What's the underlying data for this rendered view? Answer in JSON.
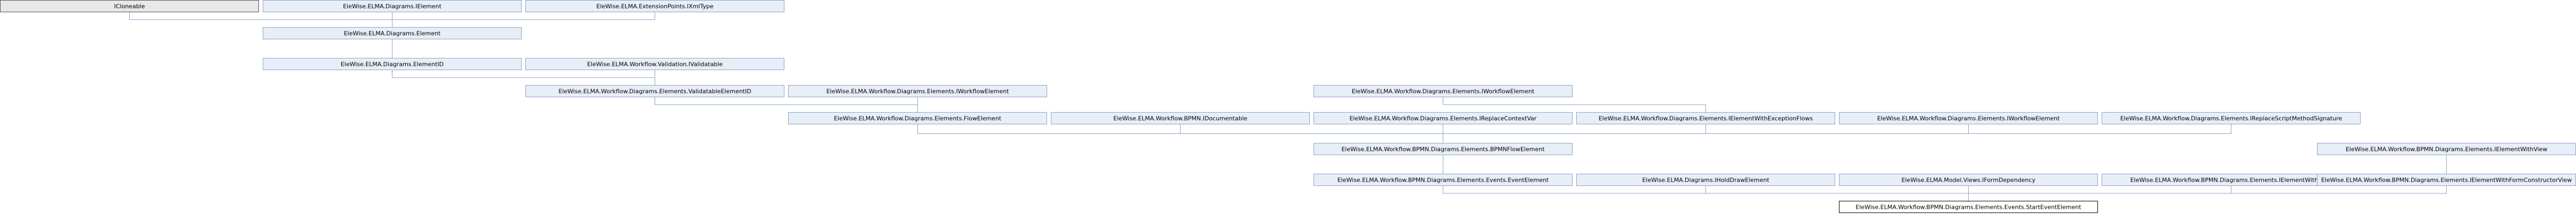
{
  "colors": {
    "node_fill": "#e8eef7",
    "node_stroke": "#8ea2c7",
    "plain_fill": "#e8e8e8",
    "plain_stroke": "#555555",
    "focus_fill": "#ffffff",
    "focus_stroke": "#000000",
    "edge": "#8ea2c7"
  },
  "nodes": [
    {
      "id": "iclonable",
      "label": "ICloneable",
      "style": "plain"
    },
    {
      "id": "ielement",
      "label": "EleWise.ELMA.Diagrams.IElement",
      "style": "normal"
    },
    {
      "id": "iextpoint",
      "label": "EleWise.ELMA.ExtensionPoints.IXmlType",
      "style": "normal"
    },
    {
      "id": "element",
      "label": "EleWise.ELMA.Diagrams.Element",
      "style": "normal"
    },
    {
      "id": "elementid",
      "label": "EleWise.ELMA.Diagrams.ElementID",
      "style": "normal"
    },
    {
      "id": "ivalidatable",
      "label": "EleWise.ELMA.Workflow.Validation.IValidatable",
      "style": "normal"
    },
    {
      "id": "validatableelementid",
      "label": "EleWise.ELMA.Workflow.Diagrams.Elements.ValidatableElementID",
      "style": "normal"
    },
    {
      "id": "iworkflowelement1",
      "label": "EleWise.ELMA.Workflow.Diagrams.Elements.IWorkflowElement",
      "style": "normal"
    },
    {
      "id": "iworkflowelement2",
      "label": "EleWise.ELMA.Workflow.Diagrams.Elements.IWorkflowElement",
      "style": "normal"
    },
    {
      "id": "flowelement",
      "label": "EleWise.ELMA.Workflow.Diagrams.Elements.FlowElement",
      "style": "normal"
    },
    {
      "id": "idocumentable",
      "label": "EleWise.ELMA.Workflow.BPMN.IDocumentable",
      "style": "normal"
    },
    {
      "id": "ireplacecontextvar",
      "label": "EleWise.ELMA.Workflow.Diagrams.Elements.IReplaceContextVar",
      "style": "normal"
    },
    {
      "id": "ielementwithexceptionflows",
      "label": "EleWise.ELMA.Workflow.Diagrams.Elements.IElementWithExceptionFlows",
      "style": "normal"
    },
    {
      "id": "iworkflowelement3",
      "label": "EleWise.ELMA.Workflow.Diagrams.Elements.IWorkflowElement",
      "style": "normal"
    },
    {
      "id": "ireplacescriptmethodsignature",
      "label": "EleWise.ELMA.Workflow.Diagrams.Elements.IReplaceScriptMethodSignature",
      "style": "normal"
    },
    {
      "id": "bpmnflowelement",
      "label": "EleWise.ELMA.Workflow.BPMN.Diagrams.Elements.BPMNFlowElement",
      "style": "normal"
    },
    {
      "id": "ielementwithview1",
      "label": "EleWise.ELMA.Workflow.BPMN.Diagrams.Elements.IElementWithView",
      "style": "normal"
    },
    {
      "id": "eventelement",
      "label": "EleWise.ELMA.Workflow.BPMN.Diagrams.Elements.Events.EventElement",
      "style": "normal"
    },
    {
      "id": "iholdrawelement",
      "label": "EleWise.ELMA.Diagrams.IHoldDrawElement",
      "style": "normal"
    },
    {
      "id": "iformdependency",
      "label": "EleWise.ELMA.Model.Views.IFormDependency",
      "style": "normal"
    },
    {
      "id": "ielementwithview2",
      "label": "EleWise.ELMA.Workflow.BPMN.Diagrams.Elements.IElementWithView",
      "style": "normal"
    },
    {
      "id": "ielementwithformconstructorview",
      "label": "EleWise.ELMA.Workflow.BPMN.Diagrams.Elements.IElementWithFormConstructorView",
      "style": "normal"
    },
    {
      "id": "starteventelement",
      "label": "EleWise.ELMA.Workflow.BPMN.Diagrams.Elements.Events.StartEventElement",
      "style": "focus"
    }
  ],
  "edges": [
    [
      "iclonable",
      "element"
    ],
    [
      "ielement",
      "element"
    ],
    [
      "iextpoint",
      "element"
    ],
    [
      "element",
      "elementid"
    ],
    [
      "elementid",
      "validatableelementid"
    ],
    [
      "ivalidatable",
      "validatableelementid"
    ],
    [
      "validatableelementid",
      "flowelement"
    ],
    [
      "iworkflowelement1",
      "flowelement"
    ],
    [
      "flowelement",
      "bpmnflowelement"
    ],
    [
      "idocumentable",
      "bpmnflowelement"
    ],
    [
      "ireplacecontextvar",
      "bpmnflowelement"
    ],
    [
      "ielementwithexceptionflows",
      "bpmnflowelement"
    ],
    [
      "iworkflowelement3",
      "bpmnflowelement"
    ],
    [
      "ireplacescriptmethodsignature",
      "bpmnflowelement"
    ],
    [
      "iworkflowelement2",
      "ielementwithexceptionflows"
    ],
    [
      "bpmnflowelement",
      "eventelement"
    ],
    [
      "ielementwithview1",
      "ielementwithformconstructorview"
    ],
    [
      "eventelement",
      "starteventelement"
    ],
    [
      "iholdrawelement",
      "starteventelement"
    ],
    [
      "iformdependency",
      "starteventelement"
    ],
    [
      "ielementwithview2",
      "starteventelement"
    ],
    [
      "ielementwithformconstructorview",
      "starteventelement"
    ]
  ]
}
